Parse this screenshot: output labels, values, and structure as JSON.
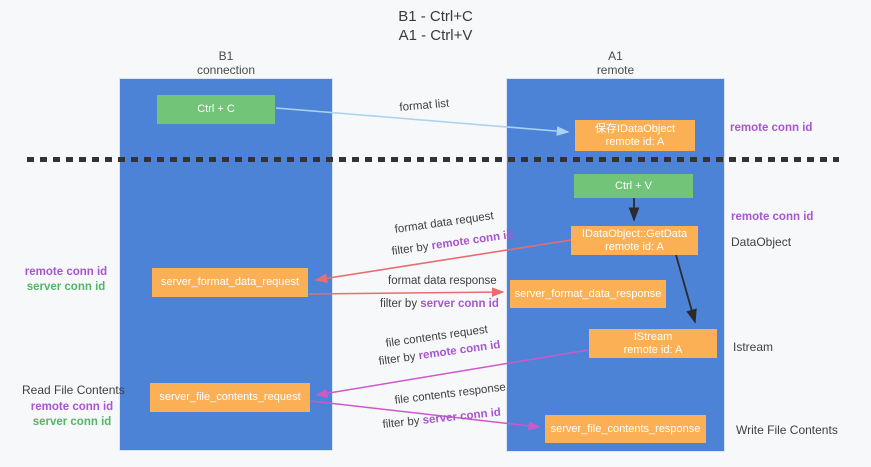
{
  "title": {
    "line1": "B1 - Ctrl+C",
    "line2": "A1 - Ctrl+V"
  },
  "lifelines": {
    "b1": {
      "name": "B1",
      "role": "connection"
    },
    "a1": {
      "name": "A1",
      "role": "remote"
    }
  },
  "nodes": {
    "ctrl_c": {
      "label": "Ctrl + C"
    },
    "save_dataobject": {
      "line1": "保存IDataObject",
      "line2": "remote id: A"
    },
    "ctrl_v": {
      "label": "Ctrl + V"
    },
    "getdata": {
      "line1": "IDataObject::GetData",
      "line2": "remote id: A"
    },
    "istream": {
      "line1": "IStream",
      "line2": "remote id: A"
    },
    "format_request": {
      "label": "server_format_data_request"
    },
    "format_response": {
      "label": "server_format_data_response"
    },
    "file_request": {
      "label": "server_file_contents_request"
    },
    "file_response": {
      "label": "server_file_contents_response"
    }
  },
  "edge_labels": {
    "format_list": "format list",
    "format_data_request": {
      "line1": "format data request",
      "prefix": "filter by ",
      "key": "remote conn id"
    },
    "format_data_response": {
      "line1": "format data response",
      "prefix": "filter by ",
      "key": "server conn id"
    },
    "file_contents_request": {
      "line1": "file contents request",
      "prefix": "filter by ",
      "key": "remote conn id"
    },
    "file_contents_response": {
      "line1": "file contents response",
      "prefix": "filter by ",
      "key": "server conn id"
    }
  },
  "side_labels": {
    "right_top_conn_id": "remote conn id",
    "right_mid_conn_id": "remote conn id",
    "dataobject": "DataObject",
    "istream": "Istream",
    "write_file_contents": "Write File Contents",
    "left_mid": {
      "remote": "remote conn id",
      "server": "server conn id"
    },
    "read_file_contents": "Read File Contents",
    "left_bottom": {
      "remote": "remote conn id",
      "server": "server conn id"
    }
  },
  "colors": {
    "lifeline_blue": "#4d83d7",
    "node_orange": "#fbb055",
    "node_green": "#72c478",
    "remote_conn_purple": "#a855cf",
    "server_conn_green": "#53b567",
    "arrow_red": "#e66d72",
    "arrow_magenta": "#cd59c9",
    "arrow_light_blue": "#a9d3f2",
    "arrow_black": "#2b2b2b",
    "divider_dark": "#333333"
  }
}
